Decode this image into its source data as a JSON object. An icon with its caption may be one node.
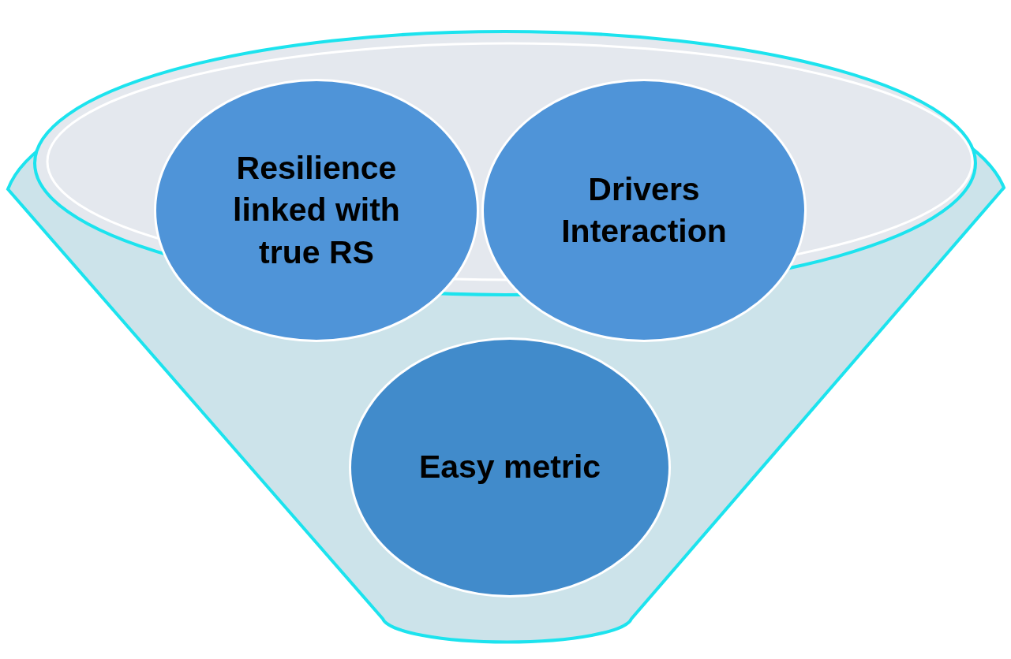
{
  "diagram": {
    "nodes": [
      {
        "text": [],
        "shape": "funnel"
      },
      {
        "text": [
          "Resilience linked with true RS"
        ],
        "in": 0
      },
      {
        "text": [
          "Drivers Interaction"
        ],
        "in": 0
      },
      {
        "text": [
          "Easy metric"
        ],
        "in": 0
      }
    ]
  }
}
